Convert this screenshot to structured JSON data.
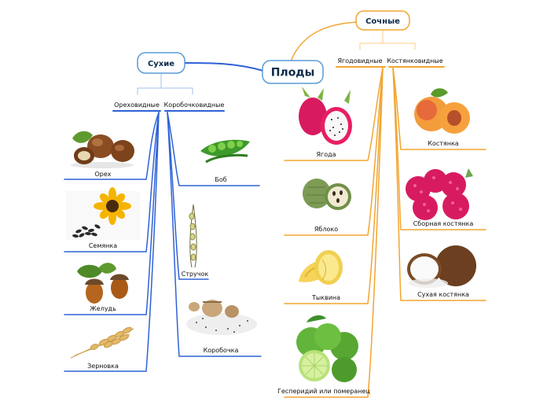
{
  "colors": {
    "dry_branch": "#2f62d6",
    "juicy_branch": "#f2a531",
    "root_border": "#5b9bd5",
    "topic_border": "#5b9bd5",
    "juicy_border": "#f2a531"
  },
  "root": {
    "label": "Плоды"
  },
  "dry": {
    "label": "Сухие",
    "groups": [
      {
        "label": "Ореховидные",
        "items": [
          {
            "label": "Орех",
            "icon": "hazelnut-icon"
          },
          {
            "label": "Семянка",
            "icon": "sunflower-seeds-icon"
          },
          {
            "label": "Желудь",
            "icon": "acorn-icon"
          },
          {
            "label": "Зерновка",
            "icon": "wheat-icon"
          }
        ]
      },
      {
        "label": "Коробочковидные",
        "items": [
          {
            "label": "Боб",
            "icon": "pea-pod-icon"
          },
          {
            "label": "Стручок",
            "icon": "silique-icon"
          },
          {
            "label": "Коробочка",
            "icon": "poppy-capsule-icon"
          }
        ]
      }
    ]
  },
  "juicy": {
    "label": "Сочные",
    "groups": [
      {
        "label": "Ягодовидные",
        "items": [
          {
            "label": "Ягода",
            "icon": "dragon-fruit-icon"
          },
          {
            "label": "Яблоко",
            "icon": "custard-apple-icon"
          },
          {
            "label": "Тыквина",
            "icon": "melon-icon"
          },
          {
            "label": "Гесперидий или померанец",
            "icon": "lime-icon"
          }
        ]
      },
      {
        "label": "Костянковидные",
        "items": [
          {
            "label": "Костянка",
            "icon": "peach-icon"
          },
          {
            "label": "Сборная костянка",
            "icon": "raspberry-icon"
          },
          {
            "label": "Сухая костянка",
            "icon": "coconut-icon"
          }
        ]
      }
    ]
  }
}
